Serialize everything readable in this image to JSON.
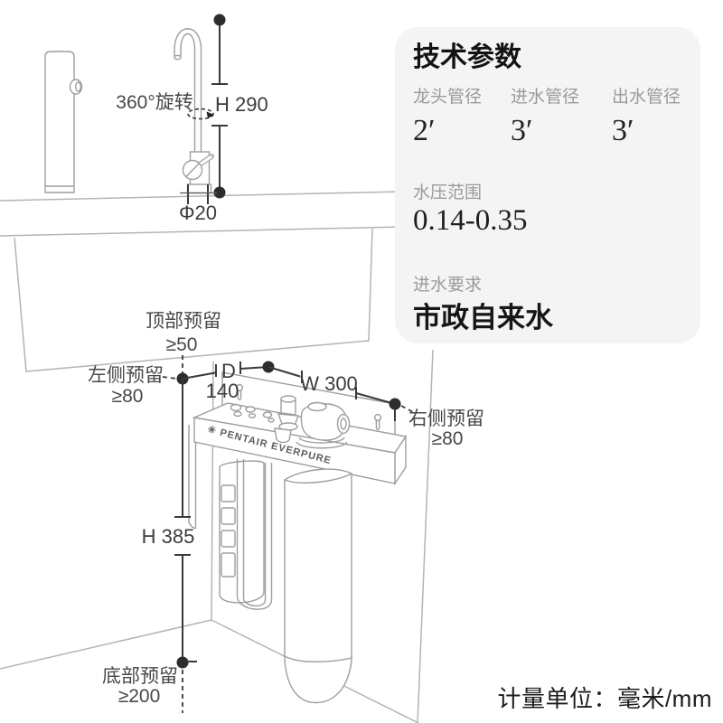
{
  "panel": {
    "title": "技术参数",
    "specs": [
      {
        "label": "龙头管径",
        "value": "2′"
      },
      {
        "label": "进水管径",
        "value": "3′"
      },
      {
        "label": "出水管径",
        "value": "3′"
      }
    ],
    "pressure": {
      "label": "水压范围",
      "value": "0.14-0.35"
    },
    "inlet": {
      "label": "进水要求",
      "value": "市政自来水"
    }
  },
  "diagram": {
    "rotation_label": "360°旋转",
    "faucet_height": "H 290",
    "faucet_diameter": "Φ20",
    "top_clearance": {
      "label": "顶部预留",
      "value": "≥50"
    },
    "left_clearance": {
      "label": "左侧预留",
      "value": "≥80"
    },
    "right_clearance": {
      "label": "右侧预留",
      "value": "≥80"
    },
    "bottom_clearance": {
      "label": "底部预留",
      "value": "≥200"
    },
    "depth": {
      "label": "D",
      "value": "140"
    },
    "width_label": "W 300",
    "unit_height": "H 385",
    "brand_icon": "✳",
    "brand": "PENTAIR EVERPURE"
  },
  "footer": {
    "unit_note": "计量单位：毫米/mm"
  },
  "colors": {
    "panel_bg": "#f4f4f4",
    "sketch_line": "#b4b4b4",
    "unit_line": "#9e9e9e",
    "dimension_line": "#3a3a3a",
    "label_gray": "#9a9a9a",
    "text_dark": "#1c1c1c"
  }
}
